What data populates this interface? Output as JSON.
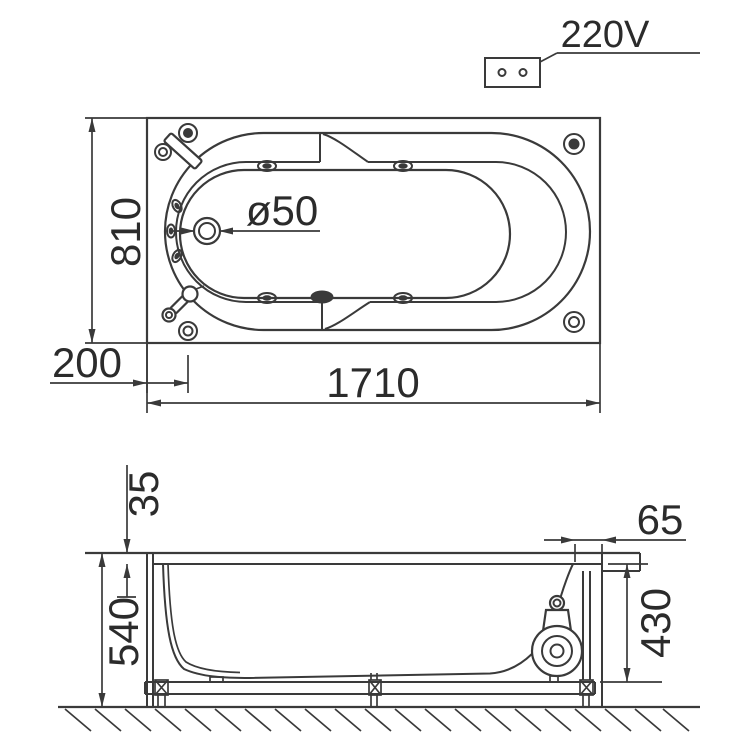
{
  "power": {
    "voltage": "220V"
  },
  "top_view": {
    "length": "1710",
    "depth": "810",
    "drain_offset": "200",
    "drain_diameter": "ø50"
  },
  "side_view": {
    "rim_thickness": "35",
    "overall_height": "540",
    "edge_offset": "65",
    "apron_height": "430"
  },
  "colors": {
    "line": "#3a3a3a",
    "text": "#2b2b2b",
    "background": "#ffffff"
  }
}
